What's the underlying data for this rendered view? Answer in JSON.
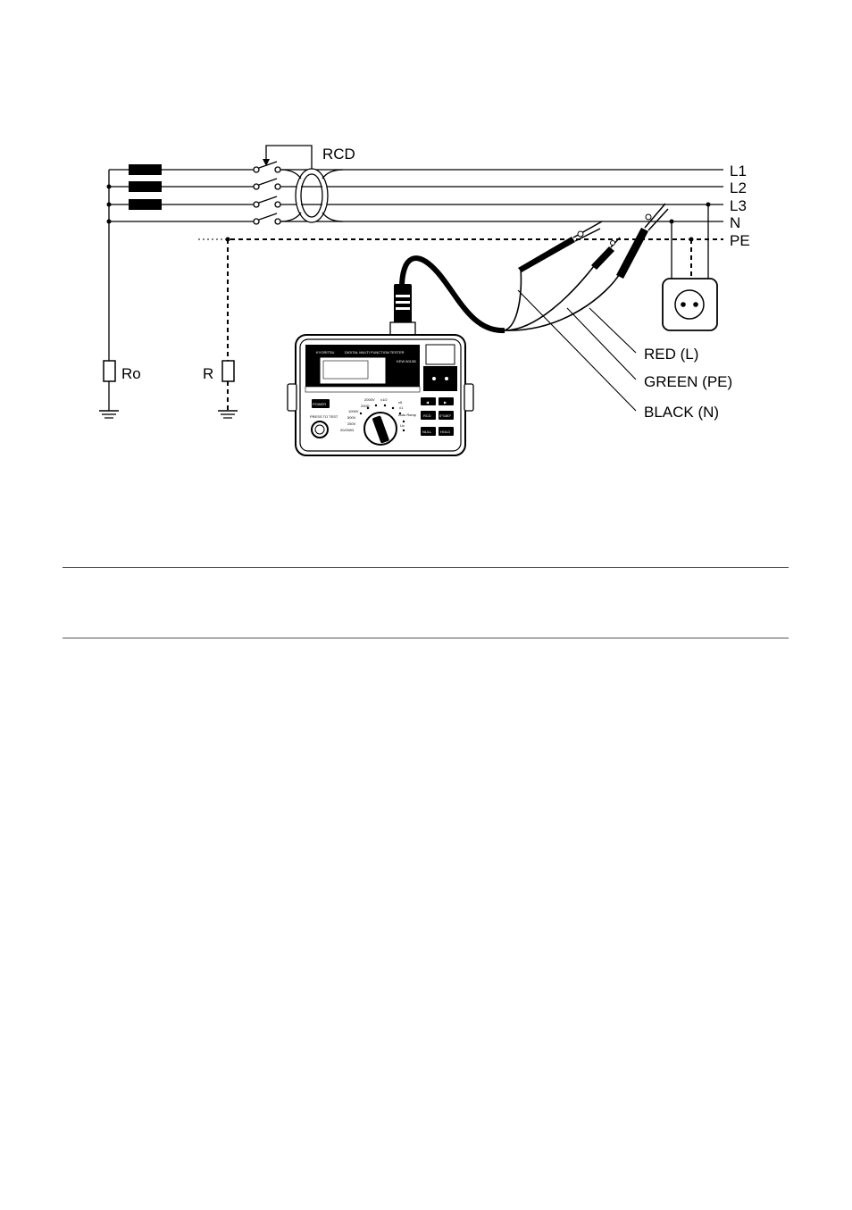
{
  "rcd_label": "RCD",
  "conductors": {
    "l1": "L1",
    "l2": "L2",
    "l3": "L3",
    "n": "N",
    "pe": "PE"
  },
  "resistors": {
    "source_earth": "Ro",
    "installation_earth": "R"
  },
  "leads": {
    "red": "RED (L)",
    "green": "GREEN (PE)",
    "black": "BLACK (N)"
  },
  "tester": {
    "brand": "KYORITSU",
    "model_line": "DIGITAL MULTI FUNCTION TESTER",
    "model": "KEW 6010B",
    "power_button": "POWER",
    "test_button": "PRESS TO TEST",
    "dial_labels": [
      "2000V",
      "x1/2",
      "200Ω",
      "1000V",
      "500V",
      "250V",
      "20/200Ω",
      "Auto Ramp",
      "x1",
      "x5",
      "Uc"
    ],
    "right_buttons": [
      "◀",
      "▶",
      "RCD",
      "0°/180°",
      "NULL",
      "HOLD"
    ]
  },
  "colors": {
    "line": "#000000",
    "fuse": "#000000",
    "background": "#ffffff"
  }
}
